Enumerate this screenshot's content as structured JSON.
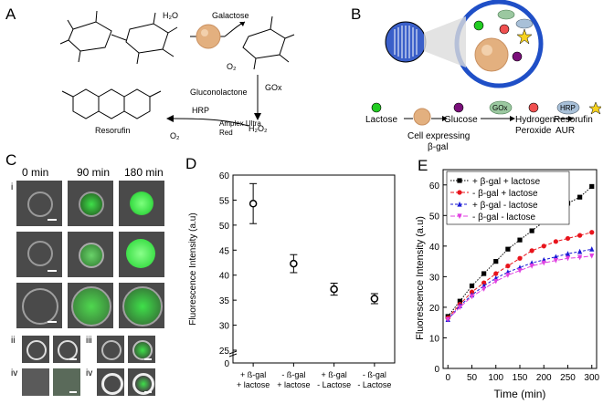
{
  "panels": {
    "A": {
      "letter": "A",
      "labels": {
        "water": "H₂O",
        "galactose": "Galactose",
        "o2_top": "O₂",
        "gox": "GOx",
        "gluconolactone": "Gluconolactone",
        "hrp": "HRP",
        "h2o2": "H₂O₂",
        "amplex_line1": "Amplex Ultra",
        "amplex_line2": "Red",
        "o2_bottom": "O₂",
        "resorufin": "Resorufin"
      },
      "colors": {
        "cell": "#e3b07f"
      }
    },
    "B": {
      "letter": "B",
      "pathway": {
        "lactose": "Lactose",
        "glucose": "Glucose",
        "gox": "GOx",
        "hydrogen_line1": "Hydrogen",
        "hydrogen_line2": "Peroxide",
        "hrp": "HRP",
        "resorufin": "Resorufin",
        "aur": "AUR",
        "cell_line1": "Cell expressing",
        "cell_line2": "β-gal"
      },
      "colors": {
        "ring": "#1f4fc7",
        "lactose_dot": "#22cc22",
        "glucose_dot": "#7a0f7a",
        "h2o2_dot": "#f05050",
        "gox_cloud": "#9bc8a0",
        "hrp_cloud": "#a8c0d8",
        "star": "#f7d21e"
      }
    },
    "C": {
      "letter": "C",
      "times": [
        "0 min",
        "90 min",
        "180 min"
      ],
      "rows": [
        "i",
        "ii",
        "iii",
        "iv",
        "iv"
      ],
      "colors": {
        "green": "#3fe04a",
        "bg": "#555555"
      }
    },
    "D": {
      "letter": "D",
      "chart_data": {
        "type": "scatter",
        "ylabel": "Fluorescence Intensity (a.u)",
        "ylim": [
          0,
          60
        ],
        "yticks": [
          "0",
          "25",
          "30",
          "35",
          "40",
          "45",
          "50",
          "55",
          "60"
        ],
        "categories": [
          {
            "line1": "+ ß-gal",
            "line2": "+ lactose"
          },
          {
            "line1": "- ß-gal",
            "line2": "+ lactose"
          },
          {
            "line1": "+ ß-gal",
            "line2": "- Lactose"
          },
          {
            "line1": "- ß-gal",
            "line2": "- Lactose"
          }
        ],
        "values": [
          54.3,
          42.3,
          37.2,
          35.3
        ],
        "errors": [
          4.0,
          1.8,
          1.2,
          1.0
        ]
      }
    },
    "E": {
      "letter": "E",
      "chart_data": {
        "type": "line",
        "xlabel": "Time (min)",
        "ylabel": "Fluorescence Intensity (a.u)",
        "xlim": [
          -10,
          310
        ],
        "ylim": [
          0,
          65
        ],
        "xticks": [
          0,
          50,
          100,
          150,
          200,
          250,
          300
        ],
        "yticks": [
          0,
          10,
          20,
          30,
          40,
          50,
          60
        ],
        "x": [
          0,
          25,
          50,
          75,
          100,
          125,
          150,
          175,
          200,
          225,
          250,
          275,
          300
        ],
        "series": [
          {
            "name": "+ β-gal + lactose",
            "color": "#000000",
            "marker": "square",
            "values": [
              17,
              22,
              27,
              31,
              35,
              39,
              42,
              45,
              48,
              51,
              54,
              56,
              59.5
            ]
          },
          {
            "name": "- β-gal + lactose",
            "color": "#e8141c",
            "marker": "circle",
            "values": [
              16.5,
              21,
              25,
              28,
              31,
              33.5,
              36,
              38.5,
              40,
              41.5,
              42.5,
              43.5,
              44.5
            ]
          },
          {
            "name": "+ β-gal - lactose",
            "color": "#1a1ad6",
            "marker": "triangle-up",
            "values": [
              16,
              20.5,
              24,
              27,
              29.5,
              31.5,
              33,
              34.5,
              35.5,
              36.5,
              37.5,
              38.2,
              39
            ]
          },
          {
            "name": "- β-gal - lactose",
            "color": "#e040e0",
            "marker": "triangle-down",
            "values": [
              16,
              20,
              23.5,
              26,
              28.5,
              30.5,
              32,
              33.5,
              34.5,
              35.3,
              36,
              36.3,
              36.8
            ]
          }
        ]
      }
    }
  }
}
